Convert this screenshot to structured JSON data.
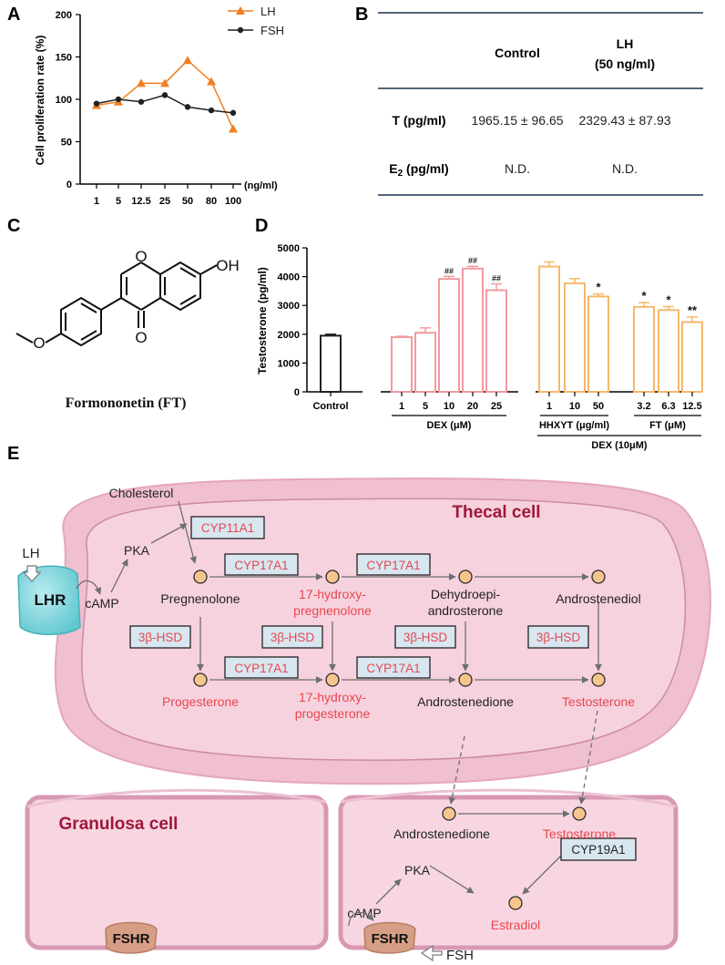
{
  "panels": {
    "A": "A",
    "B": "B",
    "C": "C",
    "D": "D",
    "E": "E"
  },
  "chart_data": [
    {
      "type": "line",
      "panel": "A",
      "ylabel": "Cell proliferation rate (%)",
      "xunit": "(ng/ml)",
      "categories": [
        "1",
        "5",
        "12.5",
        "25",
        "50",
        "80",
        "100"
      ],
      "yticks": [
        "0",
        "50",
        "100",
        "150",
        "200"
      ],
      "ylim": [
        0,
        200
      ],
      "series": [
        {
          "name": "LH",
          "color": "#f07f22",
          "marker": "triangle",
          "values": [
            93,
            97,
            119,
            119,
            146,
            121,
            65
          ]
        },
        {
          "name": "FSH",
          "color": "#222222",
          "marker": "circle",
          "values": [
            95,
            100,
            97,
            105,
            91,
            87,
            84
          ]
        }
      ]
    },
    {
      "type": "bar",
      "panel": "D",
      "ylabel": "Testosterone (pg/ml)",
      "yticks": [
        "0",
        "1000",
        "2000",
        "3000",
        "4000",
        "5000"
      ],
      "ylim": [
        0,
        5000
      ],
      "groups": [
        {
          "label": "",
          "color": "#222222",
          "categories": [
            "Control"
          ],
          "values": [
            1950
          ],
          "errors": [
            50
          ],
          "marks": [
            ""
          ]
        },
        {
          "label": "DEX (μM)",
          "color": "#f29aa0",
          "categories": [
            "1",
            "5",
            "10",
            "20",
            "25"
          ],
          "values": [
            1900,
            2050,
            3920,
            4280,
            3530
          ],
          "errors": [
            30,
            170,
            90,
            80,
            220
          ],
          "marks": [
            "",
            "",
            "##",
            "##",
            "##"
          ]
        },
        {
          "label": "HHXYT (μg/ml)",
          "color": "#f5b86b",
          "categories": [
            "1",
            "10",
            "50"
          ],
          "values": [
            4350,
            3770,
            3310
          ],
          "errors": [
            160,
            160,
            90
          ],
          "marks": [
            "",
            "",
            "*"
          ]
        },
        {
          "label": "FT (μM)",
          "color": "#f5b86b",
          "categories": [
            "3.2",
            "6.3",
            "12.5"
          ],
          "values": [
            2950,
            2840,
            2420
          ],
          "errors": [
            150,
            120,
            180
          ],
          "marks": [
            "*",
            "*",
            "**"
          ]
        }
      ],
      "bottom_label": "DEX (10μM)"
    }
  ],
  "table": {
    "col_control": "Control",
    "col_lh_1": "LH",
    "col_lh_2": "(50 ng/ml)",
    "row1_label": "T (pg/ml)",
    "row1_control": "1965.15 ± 96.65",
    "row1_lh": "2329.43 ± 87.93",
    "row2_label_a": "E",
    "row2_label_sub": "2",
    "row2_label_b": " (pg/ml)",
    "row2_control": "N.D.",
    "row2_lh": "N.D."
  },
  "molecule": {
    "oh": "OH",
    "o_ketone": "O",
    "o_ring": "O",
    "o_methoxy": "O",
    "caption": "Formononetin (FT)"
  },
  "pathway": {
    "cell_thecal": "Thecal cell",
    "cell_granulosa": "Granulosa cell",
    "lh": "LH",
    "lhr": "LHR",
    "fsh": "FSH",
    "fshr_left": "FSHR",
    "fshr_right": "FSHR",
    "camp_t": "cAMP",
    "pka_t": "PKA",
    "camp_g": "cAMP",
    "pka_g": "PKA",
    "cholesterol": "Cholesterol",
    "pregnenolone": "Pregnenolone",
    "oh_preg_1": "17-hydroxy-",
    "oh_preg_2": "pregnenolone",
    "dhea_1": "Dehydroepi-",
    "dhea_2": "androsterone",
    "androstenediol": "Androstenediol",
    "progesterone": "Progesterone",
    "oh_prog_1": "17-hydroxy-",
    "oh_prog_2": "progesterone",
    "androstenedione": "Androstenedione",
    "testosterone": "Testosterone",
    "androstenedione_g": "Androstenedione",
    "testosterone_g": "Testosterone",
    "estradiol": "Estradiol",
    "cyp11a1": "CYP11A1",
    "cyp17a1": "CYP17A1",
    "hsd": "3β-HSD",
    "cyp19a1": "CYP19A1"
  }
}
